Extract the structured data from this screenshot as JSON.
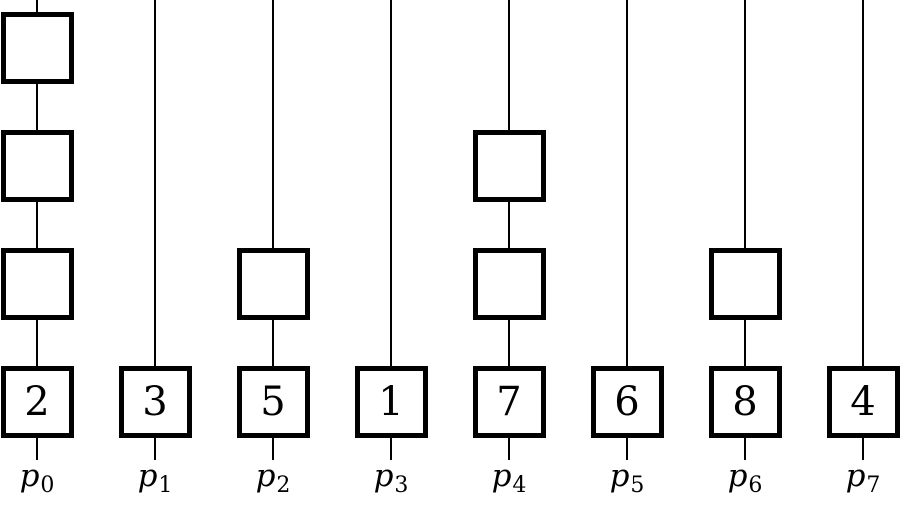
{
  "diagram": {
    "description": "Eight vertical poles, each holding a stack of square boxes; the bottom box of each pole contains a number, some poles have empty boxes stacked above it",
    "colors": {
      "background": "#ffffff",
      "line": "#000000",
      "box_border": "#000000",
      "box_fill": "#ffffff",
      "text": "#000000"
    },
    "poles": [
      {
        "label_base": "p",
        "label_sub": "0",
        "value": "2",
        "empty_boxes_above": 3
      },
      {
        "label_base": "p",
        "label_sub": "1",
        "value": "3",
        "empty_boxes_above": 0
      },
      {
        "label_base": "p",
        "label_sub": "2",
        "value": "5",
        "empty_boxes_above": 1
      },
      {
        "label_base": "p",
        "label_sub": "3",
        "value": "1",
        "empty_boxes_above": 0
      },
      {
        "label_base": "p",
        "label_sub": "4",
        "value": "7",
        "empty_boxes_above": 2
      },
      {
        "label_base": "p",
        "label_sub": "5",
        "value": "6",
        "empty_boxes_above": 0
      },
      {
        "label_base": "p",
        "label_sub": "6",
        "value": "8",
        "empty_boxes_above": 1
      },
      {
        "label_base": "p",
        "label_sub": "7",
        "value": "4",
        "empty_boxes_above": 0
      }
    ]
  }
}
